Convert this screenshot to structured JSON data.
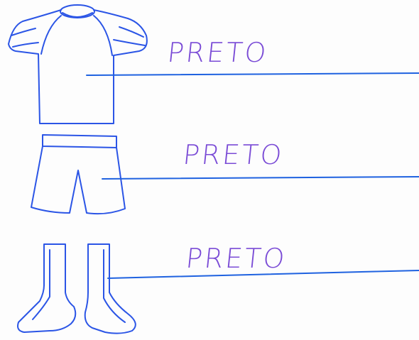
{
  "uniform": {
    "shirt_color": "PRETO",
    "shorts_color": "PRETO",
    "socks_color": "PRETO"
  },
  "colors": {
    "outline": "#2b55e6",
    "answer_line": "#1f62e0",
    "handwriting": "#7a4bd6"
  },
  "icons": [
    "shirt-icon",
    "shorts-icon",
    "socks-icon"
  ]
}
